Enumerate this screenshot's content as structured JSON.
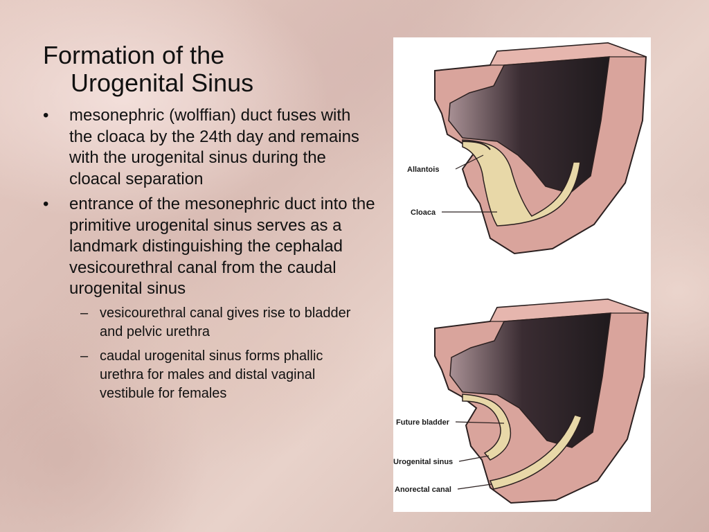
{
  "slide": {
    "title_line1": "Formation of the",
    "title_line2": "Urogenital Sinus",
    "bullets": [
      {
        "marker": "•",
        "text": "mesonephric (wolffian) duct fuses with the cloaca by the 24th day and remains with the urogenital sinus during the cloacal separation"
      },
      {
        "marker": "•",
        "text": "entrance of the mesonephric duct into the primitive urogenital sinus serves as a landmark distinguishing the cephalad vesicourethral canal from the caudal urogenital sinus",
        "sub": [
          {
            "marker": "–",
            "text": "vesicourethral canal gives rise to bladder and pelvic urethra"
          },
          {
            "marker": "–",
            "text": "caudal urogenital sinus forms phallic urethra for males and distal vaginal vestibule for females"
          }
        ]
      }
    ]
  },
  "figure": {
    "top_labels": {
      "allantois": "Allantois",
      "cloaca": "Cloaca"
    },
    "bottom_labels": {
      "future_bladder": "Future bladder",
      "urogenital_sinus": "Urogenital sinus",
      "anorectal_canal": "Anorectal canal"
    },
    "colors": {
      "tissue": "#d9a49c",
      "tissue_dark": "#b97f78",
      "lumen_dark": "#2a2226",
      "lining": "#e8d8a8",
      "outline": "#2b2020"
    }
  }
}
